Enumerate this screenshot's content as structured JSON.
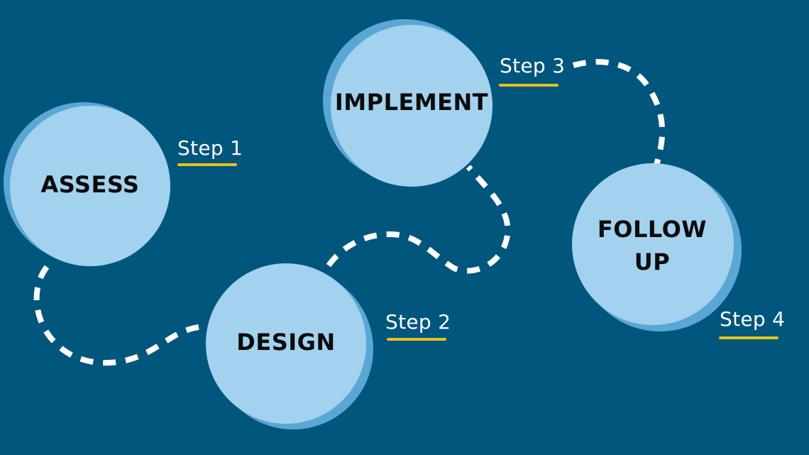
{
  "title": "Four-step process diagram",
  "colors": {
    "background": "#01567d",
    "circle_fill": "#a2d2ee",
    "circle_shadow": "#5aa6d5",
    "connector": "#ffffff",
    "step_underline": "#e6c21c",
    "label_text": "#0b0b0b",
    "step_text": "#ffffff"
  },
  "steps": [
    {
      "id": "assess",
      "step_label": "Step 1",
      "name": "ASSESS"
    },
    {
      "id": "design",
      "step_label": "Step 2",
      "name": "DESIGN"
    },
    {
      "id": "implement",
      "step_label": "Step 3",
      "name": "IMPLEMENT"
    },
    {
      "id": "follow-up",
      "step_label": "Step 4",
      "name": "FOLLOW\nUP"
    }
  ],
  "connectors": [
    {
      "from": "assess",
      "to": "design",
      "style": "dashed"
    },
    {
      "from": "design",
      "to": "implement",
      "style": "dashed"
    },
    {
      "from": "implement",
      "to": "follow-up",
      "style": "dashed"
    }
  ]
}
